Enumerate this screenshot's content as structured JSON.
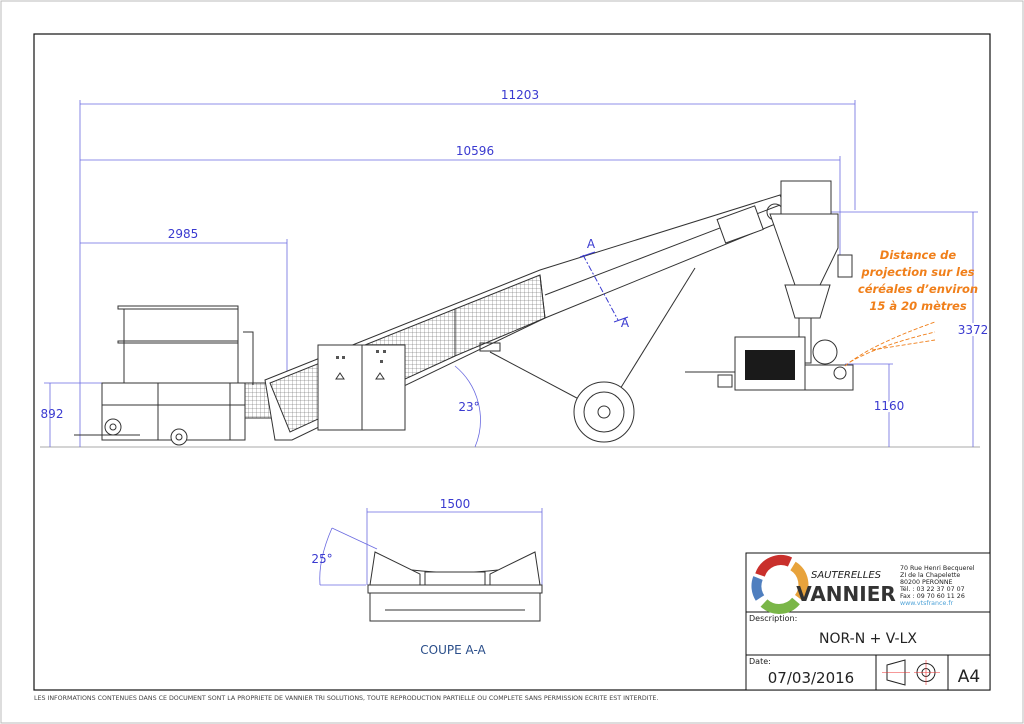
{
  "drawing": {
    "dimensions": {
      "overall_length": "11203",
      "conveyor_length": "10596",
      "hopper_length": "2985",
      "hopper_height": "892",
      "total_height": "3372",
      "outlet_height": "1160",
      "angle": "23°"
    },
    "section_marker": "A",
    "note_lines": [
      "Distance de",
      "projection sur les",
      "céréales d’environ",
      "15 à 20 mètres"
    ],
    "section": {
      "width": "1500",
      "angle": "25°",
      "title": "COUPE A-A"
    }
  },
  "title_block": {
    "brand_top": "SAUTERELLES",
    "brand_main": "VANNIER",
    "address": [
      "70 Rue Henri Becquerel",
      "ZI de la Chapelette",
      "80200  PERONNE",
      "Tél. :  03 22 37 07 07",
      "Fax :  09 70 60 11 26"
    ],
    "website": "www.vtsfrance.fr",
    "description_label": "Description:",
    "description": "NOR-N + V-LX",
    "date_label": "Date:",
    "date": "07/03/2016",
    "sheet_size": "A4"
  },
  "footer": "LES INFORMATIONS CONTENUES DANS CE DOCUMENT  SONT LA PROPRIETE DE VANNIER TRI SOLUTIONS, TOUTE REPRODUCTION PARTIELLE OU COMPLETE SANS PERMISSION ECRITE  EST INTERDITE.",
  "colors": {
    "dimension": "#3a3ad0",
    "note": "#f07f1a",
    "logo": [
      "#c9302c",
      "#e8a33c",
      "#7ab648",
      "#4f7fbf"
    ]
  }
}
